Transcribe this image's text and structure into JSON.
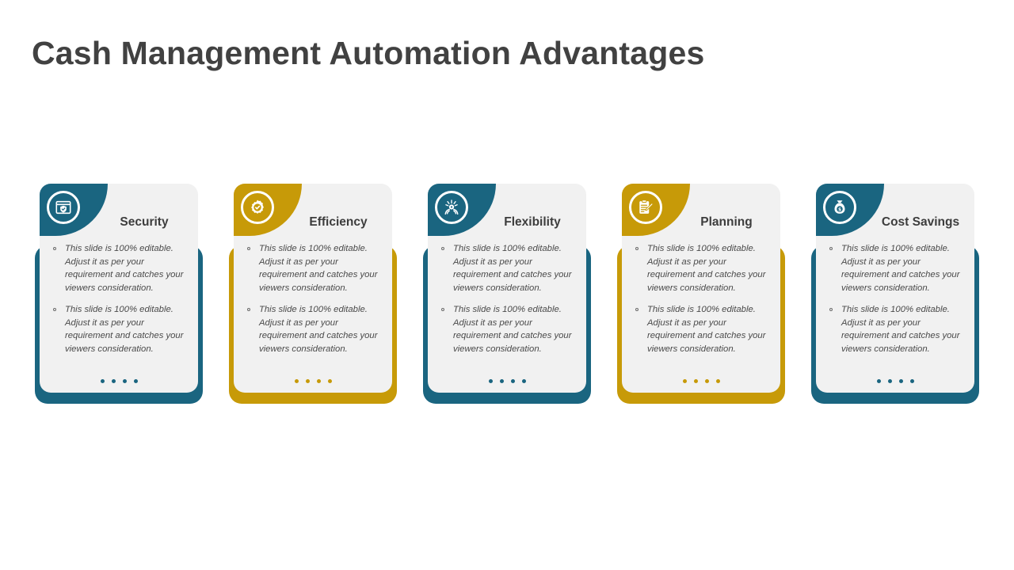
{
  "slide": {
    "title": "Cash Management Automation Advantages",
    "background_color": "#ffffff",
    "title_color": "#414141"
  },
  "theme": {
    "teal": "#1a6580",
    "gold": "#c79a08",
    "panel_bg": "#f1f1f1",
    "body_text_color": "#4a4a4a",
    "heading_color": "#3d3d3d"
  },
  "cards": [
    {
      "title": "Security",
      "color": "#1a6580",
      "icon": "shield-window-icon",
      "dot_count": 4,
      "bullets": [
        "This slide is 100% editable. Adjust  it as per your requirement and catches your viewers consideration.",
        "This slide is 100% editable. Adjust  it as per your requirement and catches your viewers consideration."
      ]
    },
    {
      "title": "Efficiency",
      "color": "#c79a08",
      "icon": "gear-check-icon",
      "dot_count": 4,
      "bullets": [
        "This slide is 100% editable. Adjust  it as per your requirement and catches your viewers consideration.",
        "This slide is 100% editable. Adjust  it as per your requirement and catches your viewers consideration."
      ]
    },
    {
      "title": "Flexibility",
      "color": "#1a6580",
      "icon": "gear-hands-icon",
      "dot_count": 4,
      "bullets": [
        "This slide is 100% editable. Adjust  it as per your requirement and catches your viewers consideration.",
        "This slide is 100% editable. Adjust  it as per your requirement and catches your viewers consideration."
      ]
    },
    {
      "title": "Planning",
      "color": "#c79a08",
      "icon": "clipboard-pencil-icon",
      "dot_count": 4,
      "bullets": [
        "This slide is 100% editable. Adjust  it as per your requirement and catches your viewers consideration.",
        "This slide is 100% editable. Adjust  it as per your requirement and catches your viewers consideration."
      ]
    },
    {
      "title": "Cost Savings",
      "color": "#1a6580",
      "icon": "money-bag-icon",
      "dot_count": 4,
      "bullets": [
        "This slide is 100% editable. Adjust  it as per your requirement and catches your viewers consideration.",
        "This slide is 100% editable. Adjust  it as per your requirement and catches your viewers consideration."
      ]
    }
  ]
}
